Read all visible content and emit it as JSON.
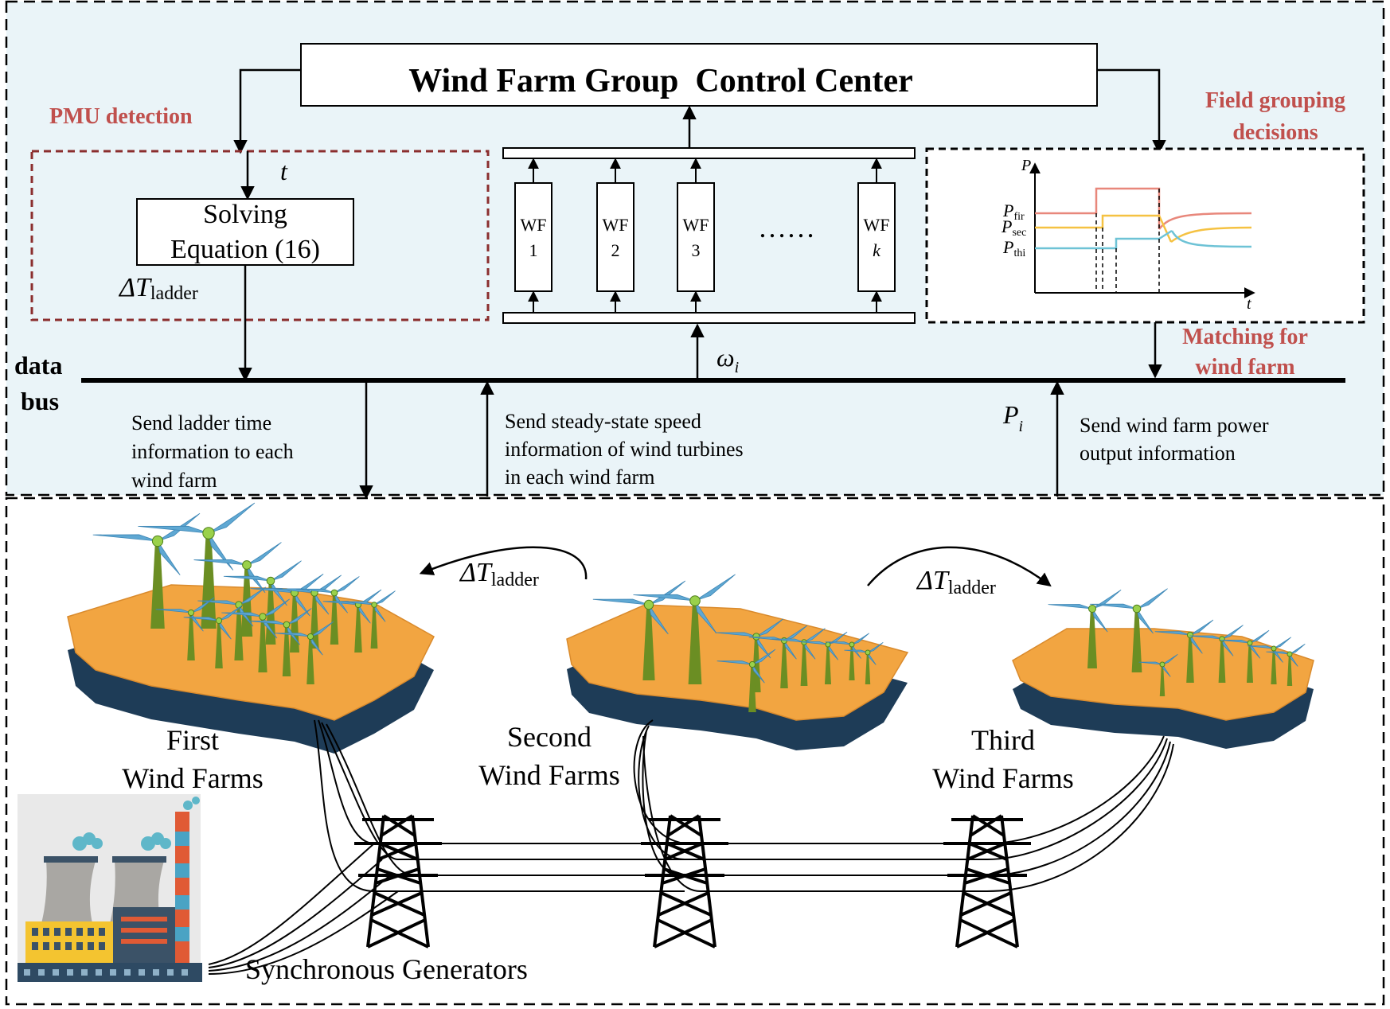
{
  "control_center": {
    "title": "Wind Farm Group  Control Center"
  },
  "labels": {
    "pmu_detection": "PMU detection",
    "field_grouping_1": "Field grouping",
    "field_grouping_2": "decisions",
    "matching_1": "Matching for",
    "matching_2": "wind farm",
    "data": "data",
    "bus": "bus"
  },
  "solver": {
    "input": "t",
    "line1": "Solving",
    "line2": "Equation (16)",
    "output_main": "ΔT",
    "output_sub": "ladder"
  },
  "wind_farm_units": [
    {
      "top": "WF",
      "bottom": "1"
    },
    {
      "top": "WF",
      "bottom": "2"
    },
    {
      "top": "WF",
      "bottom": "3"
    },
    {
      "top": "WF",
      "bottom": "k"
    }
  ],
  "ellipsis": "……",
  "omega": {
    "main": "ω",
    "sub": "i"
  },
  "power": {
    "main": "P",
    "sub": "i"
  },
  "mini_chart": {
    "y_axis": "P",
    "x_axis": "t",
    "p_fir_main": "P",
    "p_fir_sub": "fir",
    "p_sec_main": "P",
    "p_sec_sub": "sec",
    "p_thi_main": "P",
    "p_thi_sub": "thi"
  },
  "bus_messages": {
    "ladder": [
      "Send ladder time",
      "information to each",
      "wind farm"
    ],
    "speed": [
      "Send steady-state speed",
      "information of wind turbines",
      "in each wind farm"
    ],
    "power": [
      "Send wind farm power",
      "output information"
    ]
  },
  "ladder_arrows": [
    {
      "main": "ΔT",
      "sub": "ladder"
    },
    {
      "main": "ΔT",
      "sub": "ladder"
    }
  ],
  "farms": [
    {
      "line1": "First",
      "line2": "Wind Farms"
    },
    {
      "line1": "Second",
      "line2": "Wind Farms"
    },
    {
      "line1": "Third",
      "line2": "Wind Farms"
    }
  ],
  "sync_generators": "Synchronous Generators",
  "colors": {
    "upper_bg": "#eaf4f8",
    "pmu_box": "#8b2e2e",
    "red_label": "#c0504d",
    "line_fir": "#e8877b",
    "line_sec": "#f5c242",
    "line_thi": "#6ec3d6",
    "island": "#f2a541",
    "island_side": "#1e3c57",
    "tower": "#6b8e23",
    "blade": "#5fa8d3"
  }
}
